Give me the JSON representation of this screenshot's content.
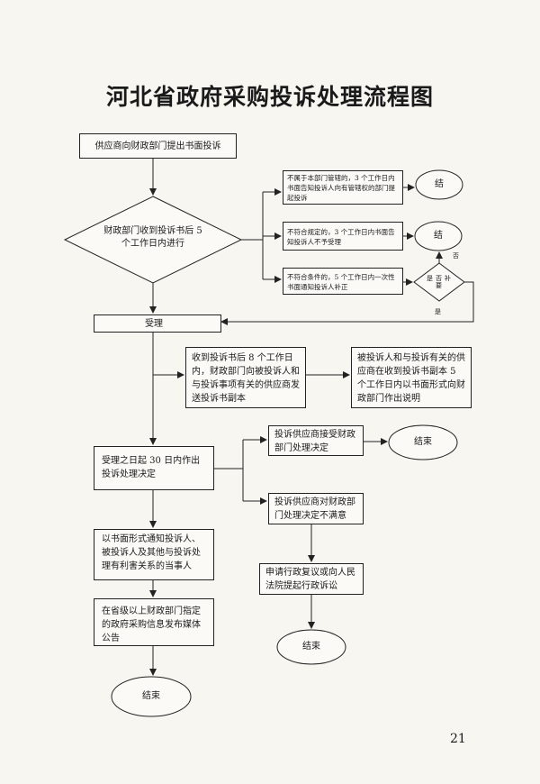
{
  "title": "河北省政府采购投诉处理流程图",
  "page_number": "21",
  "nodes": {
    "submit": "供应商向财政部门提出书面投诉",
    "review": "财政部门收到投诉书后 5 个工作日内进行",
    "not_dept": "不属于本部门管辖的，3 个工作日内书面告知投诉人向有管辖权的部门提起投诉",
    "not_meet": "不符合规定的，3 个工作日内书面告知投诉人不予受理",
    "incomplete": "不符合条件的，5 个工作日内一次性书面通知投诉人补正",
    "supplement_q": "是否补要",
    "accept": "受理",
    "send_copy": "收到投诉书后 8 个工作日内，财政部门向被投诉人和与投诉事项有关的供应商发送投诉书副本",
    "reply": "被投诉人和与投诉有关的供应商在收到投诉书副本 5 个工作日内以书面形式向财政部门作出说明",
    "decision": "受理之日起 30 日内作出投诉处理决定",
    "accept_decision": "投诉供应商接受财政部门处理决定",
    "reject_decision": "投诉供应商对财政部门处理决定不满意",
    "appeal": "申请行政复议或向人民法院提起行政诉讼",
    "notify": "以书面形式通知投诉人、被投诉人及其他与投诉处理有利害关系的当事人",
    "publish": "在省级以上财政部门指定的政府采购信息发布媒体公告",
    "end": "结",
    "end_full": "结束",
    "no": "否",
    "yes": "是"
  }
}
